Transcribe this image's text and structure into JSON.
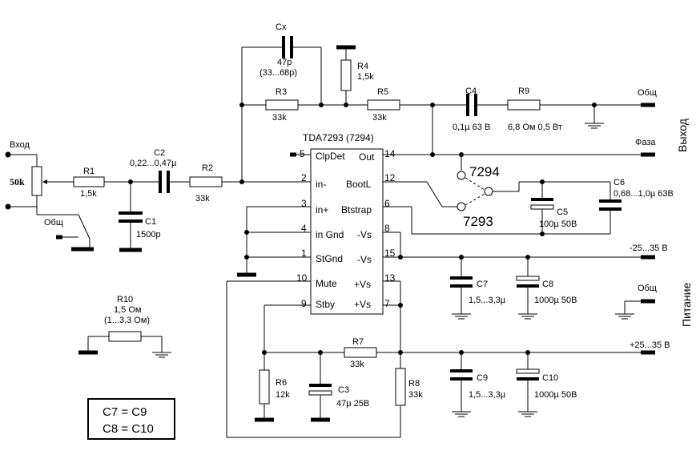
{
  "ic": {
    "name": "TDA7293 (7294)",
    "pins": [
      {
        "num": "5",
        "label": "ClpDet"
      },
      {
        "num": "2",
        "label": "in-"
      },
      {
        "num": "3",
        "label": "in+"
      },
      {
        "num": "4",
        "label": "in Gnd"
      },
      {
        "num": "1",
        "label": "StGnd"
      },
      {
        "num": "10",
        "label": "Mute"
      },
      {
        "num": "9",
        "label": "Stby"
      },
      {
        "num": "14",
        "label": "Out"
      },
      {
        "num": "12",
        "label": "BootL"
      },
      {
        "num": "6",
        "label": "Btstrap"
      },
      {
        "num": "8",
        "label": "-Vs"
      },
      {
        "num": "15",
        "label": "-Vs"
      },
      {
        "num": "13",
        "label": "+Vs"
      },
      {
        "num": "7",
        "label": "+Vs"
      }
    ]
  },
  "components": {
    "cx": {
      "name": "Cx",
      "value": "47p",
      "value2": "(33...68p)"
    },
    "r3": {
      "name": "R3",
      "value": "33k"
    },
    "r4": {
      "name": "R4",
      "value": "1,5k"
    },
    "r5": {
      "name": "R5",
      "value": "33k"
    },
    "c4": {
      "name": "C4",
      "value": "0,1µ 63 В"
    },
    "r9": {
      "name": "R9",
      "value": "6,8 Ом 0,5 Вт"
    },
    "pot": {
      "value": "50k"
    },
    "r1": {
      "name": "R1",
      "value": "1,5k"
    },
    "c2": {
      "name": "C2",
      "value": "0,22...0,47µ"
    },
    "r2": {
      "name": "R2",
      "value": "33k"
    },
    "c1": {
      "name": "C1",
      "value": "1500p"
    },
    "c6": {
      "name": "C6",
      "value": "0,68...1,0µ 63В"
    },
    "c5": {
      "name": "C5",
      "value": "100µ 50В"
    },
    "c7": {
      "name": "C7",
      "value": "1,5...3,3µ"
    },
    "c8": {
      "name": "C8",
      "value": "1000µ 50В"
    },
    "c9": {
      "name": "C9",
      "value": "1,5...3,3µ"
    },
    "c10": {
      "name": "C10",
      "value": "1000µ 50В"
    },
    "r7": {
      "name": "R7",
      "value": "33k"
    },
    "r6": {
      "name": "R6",
      "value": "12k"
    },
    "c3": {
      "name": "C3",
      "value": "47µ 25В"
    },
    "r8": {
      "name": "R8",
      "value": "33k"
    },
    "r10": {
      "name": "R10",
      "value": "1,5 Ом",
      "value2": "(1...3,3 Ом)"
    }
  },
  "labels": {
    "input": "Вход",
    "common_in": "Общ",
    "out_common": "Общ",
    "phase": "Фаза",
    "output_side": "Выход",
    "supply_side": "Питание",
    "neg_supply": "-25...35 В",
    "pos_supply": "+25...35 В",
    "supply_common": "Общ",
    "jumper_7294": "7294",
    "jumper_7293": "7293"
  },
  "notes": [
    "C7 = C9",
    "C8 = C10"
  ]
}
